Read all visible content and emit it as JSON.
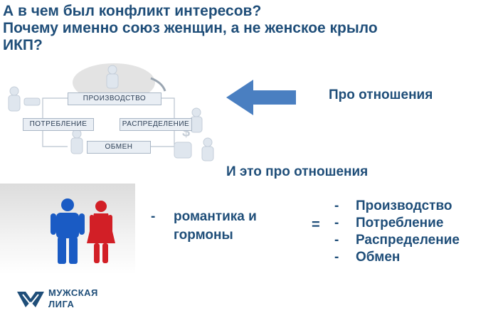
{
  "title": {
    "line1": "А в чем был конфликт интересов?",
    "line2": "Почему именно союз женщин, а не женское крыло",
    "line3": "ИКП?"
  },
  "diagram": {
    "production": "ПРОИЗВОДСТВО",
    "consumption": "ПОТРЕБЛЕНИЕ",
    "distribution": "РАСПРЕДЕЛЕНИЕ",
    "exchange": "ОБМЕН"
  },
  "relations_label": "Про отношения",
  "relations_label_2": "И это про отношения",
  "romance": {
    "dash": "-",
    "line1": "романтика и",
    "line2": "гормоны"
  },
  "equals": "=",
  "list": {
    "dash": "-",
    "items": [
      "Производство",
      "Потребление",
      "Распределение",
      "Обмен"
    ]
  },
  "logo": {
    "line1": "МУЖСКАЯ",
    "line2": "ЛИГА"
  },
  "colors": {
    "accent": "#1f4e79",
    "arrow": "#4a7fc1",
    "man": "#1a5bc4",
    "woman": "#d21f26"
  }
}
